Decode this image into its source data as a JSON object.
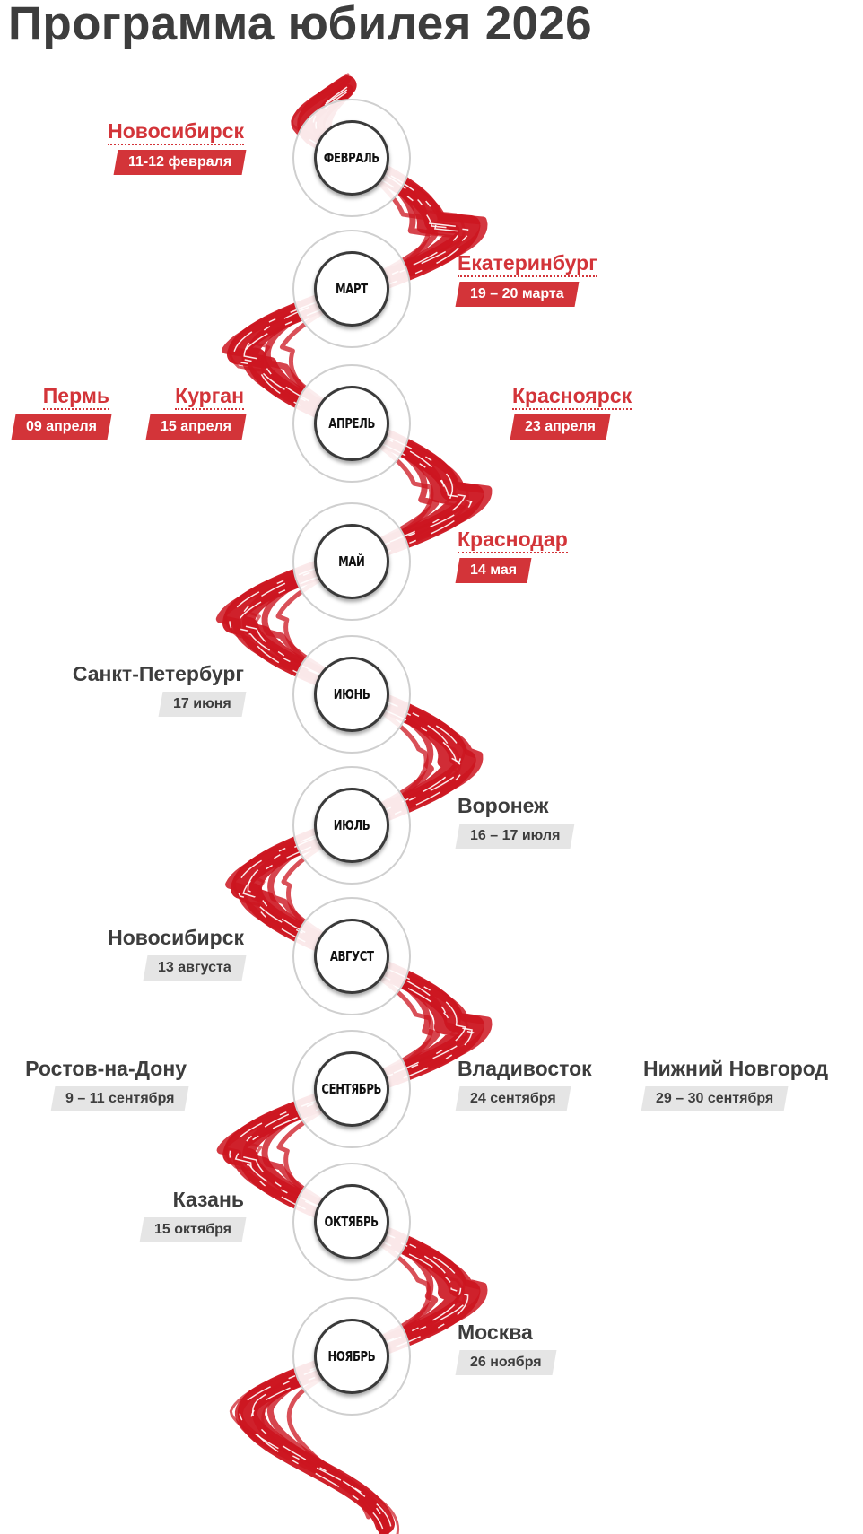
{
  "title": "Программа юбилея 2026",
  "colors": {
    "accent": "#d33439",
    "ribbon": "#cc1520",
    "text": "#3d3d3d",
    "tag_gray": "#e5e5e5"
  },
  "months": [
    {
      "label": "ФЕВРАЛЬ",
      "events": [
        {
          "city": "Новосибирск",
          "date": "11-12 февраля",
          "highlight": true
        }
      ]
    },
    {
      "label": "МАРТ",
      "events": [
        {
          "city": "Екатеринбург",
          "date": "19 – 20 марта",
          "highlight": true
        }
      ]
    },
    {
      "label": "АПРЕЛЬ",
      "events": [
        {
          "city": "Пермь",
          "date": "09 апреля",
          "highlight": true
        },
        {
          "city": "Курган",
          "date": "15 апреля",
          "highlight": true
        },
        {
          "city": "Красноярск",
          "date": "23 апреля",
          "highlight": true
        }
      ]
    },
    {
      "label": "МАЙ",
      "events": [
        {
          "city": "Краснодар",
          "date": "14 мая",
          "highlight": true
        }
      ]
    },
    {
      "label": "ИЮНЬ",
      "events": [
        {
          "city": "Санкт-Петербург",
          "date": "17 июня",
          "highlight": false
        }
      ]
    },
    {
      "label": "ИЮЛЬ",
      "events": [
        {
          "city": "Воронеж",
          "date": "16 – 17 июля",
          "highlight": false
        }
      ]
    },
    {
      "label": "АВГУСТ",
      "events": [
        {
          "city": "Новосибирск",
          "date": "13 августа",
          "highlight": false
        }
      ]
    },
    {
      "label": "СЕНТЯБРЬ",
      "events": [
        {
          "city": "Ростов-на-Дону",
          "date": "9 – 11 сентября",
          "highlight": false
        },
        {
          "city": "Владивосток",
          "date": "24 сентября",
          "highlight": false
        },
        {
          "city": "Нижний Новгород",
          "date": "29 – 30 сентября",
          "highlight": false
        }
      ]
    },
    {
      "label": "ОКТЯБРЬ",
      "events": [
        {
          "city": "Казань",
          "date": "15 октября",
          "highlight": false
        }
      ]
    },
    {
      "label": "НОЯБРЬ",
      "events": [
        {
          "city": "Москва",
          "date": "26 ноября",
          "highlight": false
        }
      ]
    }
  ]
}
